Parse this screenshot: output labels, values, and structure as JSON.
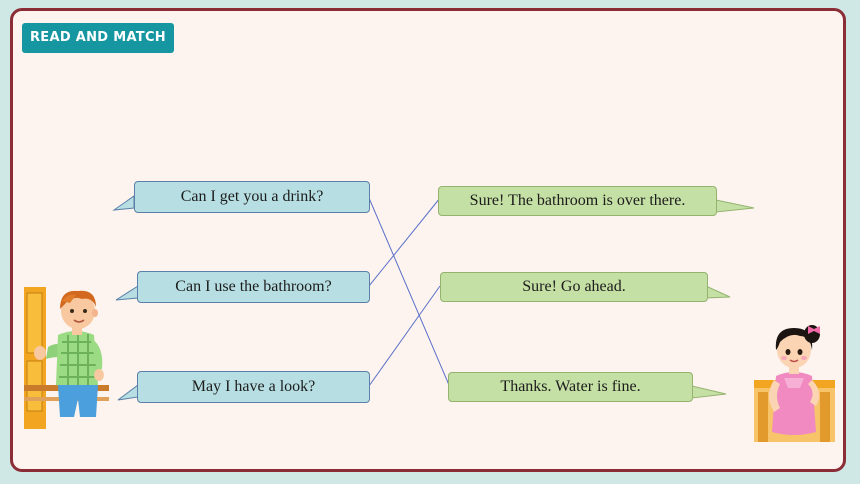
{
  "header": {
    "title": "READ AND MATCH"
  },
  "questions": [
    "Can I get you a drink?",
    "Can I use the bathroom?",
    "May I have a look?"
  ],
  "answers": [
    "Sure! The bathroom is over there.",
    "Sure! Go ahead.",
    "Thanks. Water is fine."
  ],
  "matches": [
    [
      0,
      2
    ],
    [
      1,
      0
    ],
    [
      2,
      1
    ]
  ],
  "colors": {
    "border": "#8b2d36",
    "tag": "#1696a0",
    "question_bubble": "#b7dfe3",
    "answer_bubble": "#c5e0a5",
    "line": "#5a6fc8"
  }
}
